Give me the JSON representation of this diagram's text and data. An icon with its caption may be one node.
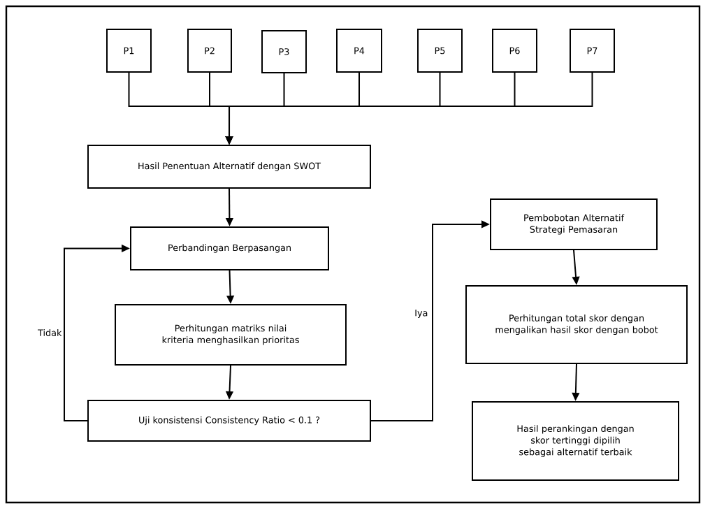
{
  "diagram": {
    "nodes": [
      {
        "text": [
          "P1"
        ]
      },
      {
        "text": [
          "P2"
        ]
      },
      {
        "text": [
          "P3"
        ]
      },
      {
        "text": [
          "P4"
        ]
      },
      {
        "text": [
          "P5"
        ]
      },
      {
        "text": [
          "P6"
        ]
      },
      {
        "text": [
          "P7"
        ]
      },
      {
        "text": [
          "Hasil Penentuan Alternatif dengan SWOT"
        ]
      },
      {
        "text": [
          "Perbandingan Berpasangan"
        ]
      },
      {
        "text": [
          "Perhitungan matriks nilai kriteria menghasilkan prioritas"
        ]
      },
      {
        "text": [
          "Uji konsistensi Consistency Ratio  < 0.1 ?"
        ]
      },
      {
        "text": [
          "Pembobotan Alternatif Strategi Pemasaran"
        ]
      },
      {
        "text": [
          "Perhitungan total skor dengan mengalikan hasil skor dengan bobot"
        ]
      },
      {
        "text": [
          "Hasil perankingan dengan skor tertinggi dipilih sebagai alternatif terbaik"
        ]
      }
    ],
    "edges": [
      {
        "from": 0,
        "to": 7,
        "arrow": "to"
      },
      {
        "from": 1,
        "to": 7,
        "arrow": "to"
      },
      {
        "from": 2,
        "to": 7,
        "arrow": "to"
      },
      {
        "from": 3,
        "to": 7,
        "arrow": "to"
      },
      {
        "from": 4,
        "to": 7,
        "arrow": "to"
      },
      {
        "from": 5,
        "to": 7,
        "arrow": "to"
      },
      {
        "from": 6,
        "to": 7,
        "arrow": "to"
      },
      {
        "from": 7,
        "to": 8,
        "arrow": "to"
      },
      {
        "from": 8,
        "to": 9,
        "arrow": "to"
      },
      {
        "from": 9,
        "to": 10,
        "arrow": "to"
      },
      {
        "from": 10,
        "to": 8,
        "arrow": "to",
        "label": "Tidak"
      },
      {
        "from": 10,
        "to": 11,
        "arrow": "to",
        "label": "Iya"
      },
      {
        "from": 11,
        "to": 12,
        "arrow": "to"
      },
      {
        "from": 12,
        "to": 13,
        "arrow": "to"
      }
    ]
  }
}
